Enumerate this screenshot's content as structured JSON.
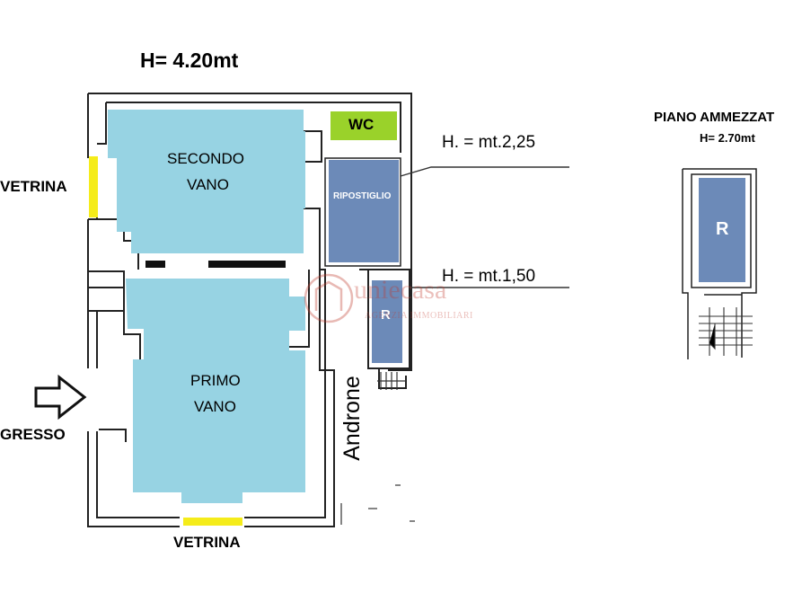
{
  "labels": {
    "height_main": "H= 4.20mt",
    "height_wc_area": "H. = mt.2,25",
    "height_r_area": "H. = mt.1,50",
    "mezzanine_title": "PIANO AMMEZZAT",
    "mezzanine_height": "H= 2.70mt"
  },
  "rooms": {
    "secondo_vano_line1": "SECONDO",
    "secondo_vano_line2": "VANO",
    "primo_vano_line1": "PRIMO",
    "primo_vano_line2": "VANO",
    "wc": "WC",
    "ripostiglio": "RIPOSTIGLIO",
    "r_small": "R",
    "r_mezzanine": "R",
    "androne": "Androne"
  },
  "features": {
    "vetrina_left": "VETRINA",
    "vetrina_bottom": "VETRINA",
    "ingresso": "GRESSO"
  },
  "watermark": {
    "brand": "uniecasa",
    "sub": "AGENZIA IMMOBILIARI"
  },
  "colors": {
    "room_blue": "#97d3e3",
    "storage_blue": "#6c8ab8",
    "wc_green": "#9ad22a",
    "vetrina_yellow": "#f5ec1a",
    "wall": "#222222"
  }
}
